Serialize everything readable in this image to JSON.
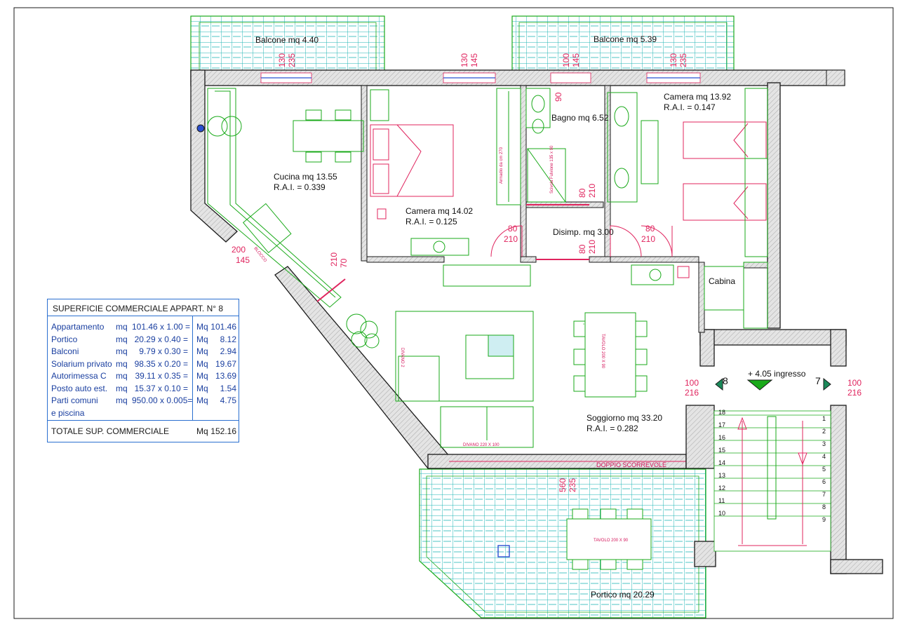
{
  "rooms": {
    "balcone1": "Balcone  mq  4.40",
    "balcone2": "Balcone mq 5.39",
    "cucina": "Cucina mq 13.55",
    "cucina_rai": "R.A.I. = 0.339",
    "camera1": "Camera mq 14.02",
    "camera1_rai": "R.A.I. = 0.125",
    "bagno": "Bagno mq 6.52",
    "camera2": "Camera mq 13.92",
    "camera2_rai": "R.A.I. = 0.147",
    "disimp": "Disimp. mq 3.00",
    "cabina": "Cabina",
    "ingresso": "+ 4.05 ingresso",
    "soggiorno": "Soggiorno mq 33.20",
    "soggiorno_rai": "R.A.I. = 0.282",
    "portico": "Portico mq 20.29",
    "doppio": "DOPPIO SCORREVOLE",
    "divano": "DIVANO 220 X 100",
    "divano2": "DIVANO 2",
    "tavolo1": "TAVOLO 200 X 90",
    "tavolo2": "TAVOLO 200 X 90",
    "blocco": "BLOCCO",
    "armadio": "Armadio da cm 270",
    "doccia": "Scivola Fulvione 135 x 90",
    "sect8": "8",
    "sect7": "7"
  },
  "dimensions": [
    {
      "id": "d1",
      "top": "130",
      "bottom": "235"
    },
    {
      "id": "d2",
      "top": "130",
      "bottom": "145"
    },
    {
      "id": "d3",
      "top": "100",
      "bottom": "145"
    },
    {
      "id": "d4",
      "top": "130",
      "bottom": "235"
    },
    {
      "id": "d5",
      "top": "80",
      "bottom": "210"
    },
    {
      "id": "d6",
      "top": "80",
      "bottom": "210"
    },
    {
      "id": "d7",
      "top": "80",
      "bottom": "210"
    },
    {
      "id": "d8",
      "top": "80",
      "bottom": "210"
    },
    {
      "id": "d9",
      "top": "200",
      "bottom": "145"
    },
    {
      "id": "d10",
      "top": "70",
      "bottom": "210"
    },
    {
      "id": "d11",
      "top": "100",
      "bottom": "216"
    },
    {
      "id": "d12",
      "top": "100",
      "bottom": "216"
    },
    {
      "id": "d13",
      "top": "560",
      "bottom": "235"
    }
  ],
  "bath_90": "90",
  "stairs_left": [
    "18",
    "17",
    "16",
    "15",
    "14",
    "13",
    "12",
    "11",
    "10"
  ],
  "stairs_right": [
    "1",
    "2",
    "3",
    "4",
    "5",
    "6",
    "7",
    "8",
    "9"
  ],
  "summary": {
    "title": "SUPERFICIE  COMMERCIALE  APPART.  N° 8",
    "rows": [
      {
        "name": "Appartamento",
        "unit": "mq",
        "calc": "101.46 x 1.00 =",
        "u2": "Mq",
        "val": "101.46"
      },
      {
        "name": "Portico",
        "unit": "mq",
        "calc": "20.29 x 0.40 =",
        "u2": "Mq",
        "val": "8.12"
      },
      {
        "name": "Balconi",
        "unit": "mq",
        "calc": "9.79 x 0.30 =",
        "u2": "Mq",
        "val": "2.94"
      },
      {
        "name": "Solarium privato",
        "unit": "mq",
        "calc": "98.35 x 0.20 =",
        "u2": "Mq",
        "val": "19.67"
      },
      {
        "name": "Autorimessa  C",
        "unit": "mq",
        "calc": "39.11 x 0.35 =",
        "u2": "Mq",
        "val": "13.69"
      },
      {
        "name": "Posto auto est.",
        "unit": "mq",
        "calc": "15.37 x 0.10 =",
        "u2": "Mq",
        "val": "1.54"
      },
      {
        "name": "Parti comuni",
        "unit": "mq",
        "calc": "950.00 x 0.005=",
        "u2": "Mq",
        "val": "4.75"
      },
      {
        "name": "e piscina",
        "unit": "",
        "calc": "",
        "u2": "",
        "val": ""
      }
    ],
    "total_label": "TOTALE SUP. COMMERCIALE",
    "total_unit": "Mq",
    "total_value": "152.16"
  }
}
